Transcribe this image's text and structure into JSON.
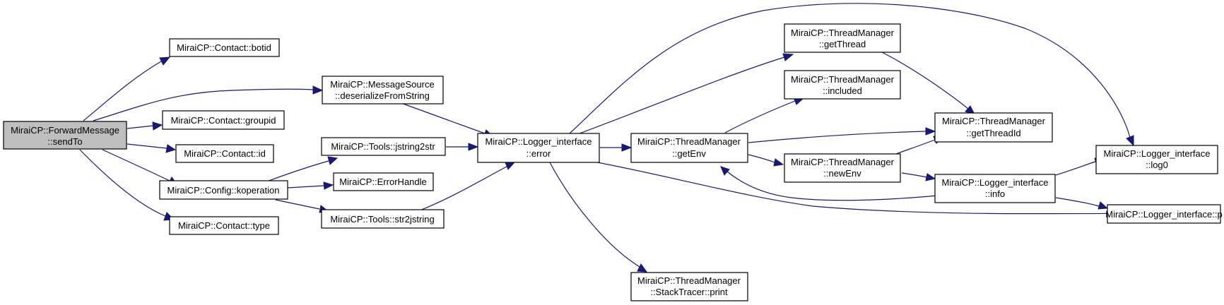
{
  "colors": {
    "edge": "#191970",
    "node_border": "#000000",
    "node_fill": "#ffffff",
    "root_fill": "#bfbfbf"
  },
  "nodes": {
    "sendTo": [
      "MiraiCP::ForwardMessage",
      "::sendTo"
    ],
    "botid": [
      "MiraiCP::Contact::botid"
    ],
    "groupid": [
      "MiraiCP::Contact::groupid"
    ],
    "id": [
      "MiraiCP::Contact::id"
    ],
    "koperation": [
      "MiraiCP::Config::koperation"
    ],
    "type": [
      "MiraiCP::Contact::type"
    ],
    "deserialize": [
      "MiraiCP::MessageSource",
      "::deserializeFromString"
    ],
    "jstring2str": [
      "MiraiCP::Tools::jstring2str"
    ],
    "errorhandle": [
      "MiraiCP::ErrorHandle"
    ],
    "str2jstring": [
      "MiraiCP::Tools::str2jstring"
    ],
    "error": [
      "MiraiCP::Logger_interface",
      "::error"
    ],
    "getThread": [
      "MiraiCP::ThreadManager",
      "::getThread"
    ],
    "included": [
      "MiraiCP::ThreadManager",
      "::included"
    ],
    "getEnv": [
      "MiraiCP::ThreadManager",
      "::getEnv"
    ],
    "newEnv": [
      "MiraiCP::ThreadManager",
      "::newEnv"
    ],
    "print": [
      "MiraiCP::ThreadManager",
      "::StackTracer::print"
    ],
    "getThreadId": [
      "MiraiCP::ThreadManager",
      "::getThreadId"
    ],
    "info": [
      "MiraiCP::Logger_interface",
      "::info"
    ],
    "log0": [
      "MiraiCP::Logger_interface",
      "::log0"
    ],
    "p": [
      "MiraiCP::Logger_interface::p"
    ]
  }
}
